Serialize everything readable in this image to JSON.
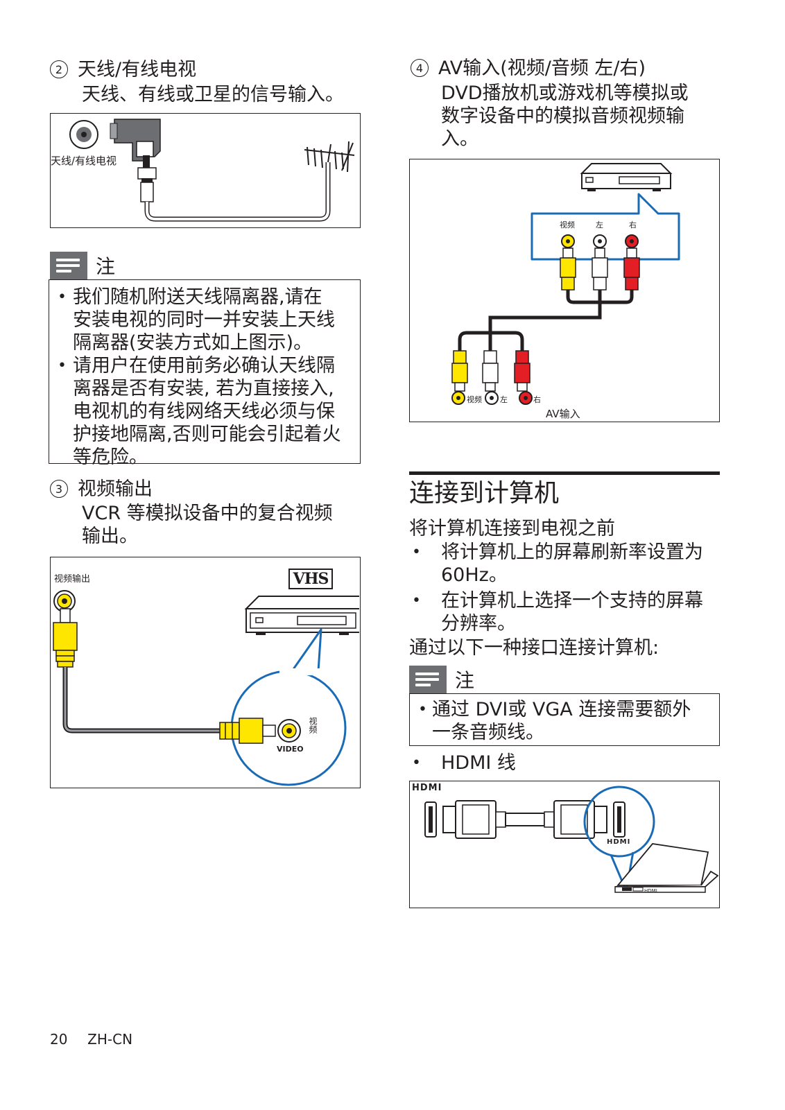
{
  "left": {
    "item2": {
      "num": "2",
      "title": "天线/有线电视",
      "desc": "天线、有线或卫星的信号输入。",
      "diagram": {
        "label": "天线/有线电视"
      }
    },
    "note1": {
      "title": "注",
      "lines": [
        "我们随机附送天线隔离器,请在",
        "安装电视的同时一并安装上天线",
        "隔离器(安装方式如上图示)。",
        "请用户在使用前务必确认天线隔",
        "离器是否有安装, 若为直接接入,",
        "电视机的有线网络天线必须与保",
        "护接地隔离,否则可能会引起着火",
        "等危险。"
      ]
    },
    "item3": {
      "num": "3",
      "title": "视频输出",
      "desc_lines": [
        "VCR 等模拟设备中的复合视频",
        "输出。"
      ],
      "diagram": {
        "label": "视频输出",
        "vhs": "VHS",
        "port_label": "视频",
        "video": "VIDEO"
      }
    }
  },
  "right": {
    "item4": {
      "num": "4",
      "title": "AV输入(视频/音频 左/右)",
      "desc_lines": [
        "DVD播放机或游戏机等模拟或",
        "数字设备中的模拟音频视频输",
        "入。"
      ],
      "diagram": {
        "top_labels": [
          "视频",
          "左",
          "右"
        ],
        "bottom_labels": [
          "视频",
          "左",
          "右"
        ],
        "caption": "AV输入"
      }
    },
    "section": {
      "title": "连接到计算机",
      "intro": "将计算机连接到电视之前",
      "bullets": [
        [
          "将计算机上的屏幕刷新率设置为",
          "60Hz。"
        ],
        [
          "在计算机上选择一个支持的屏幕",
          "分辨率。"
        ]
      ],
      "after": "通过以下一种接口连接计算机:",
      "note": {
        "title": "注",
        "lines": [
          "通过 DVI或 VGA 连接需要额外",
          "一条音频线。"
        ]
      },
      "hdmi_item": "HDMI 线",
      "hdmi_logo": "HDMI",
      "port_label": "HDMI"
    }
  },
  "footer": {
    "page": "20",
    "lang": "ZH-CN"
  },
  "colors": {
    "yellow": "#ffe600",
    "red": "#e31e24",
    "blue": "#1a6bb5",
    "note_gray": "#6d6e71"
  }
}
